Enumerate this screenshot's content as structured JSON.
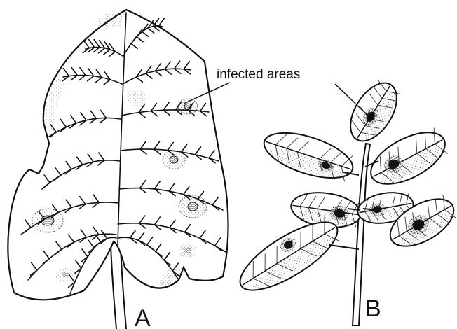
{
  "figure": {
    "callout_label": "infected areas",
    "panel_a_label": "A",
    "panel_b_label": "B"
  },
  "colors": {
    "ink": "#111111",
    "paper": "#ffffff"
  }
}
